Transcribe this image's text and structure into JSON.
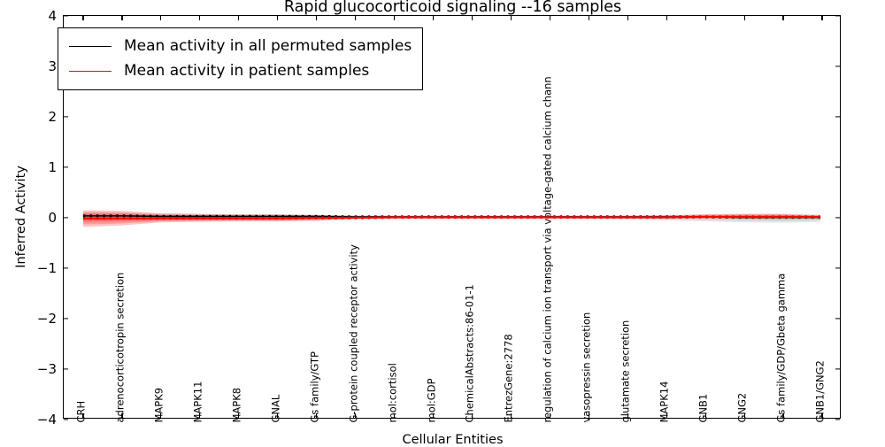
{
  "chart_data": {
    "type": "line",
    "title": "Rapid glucocorticoid signaling --16 samples",
    "xlabel": "Cellular Entities",
    "ylabel": "Inferred Activity",
    "ylim": [
      -4,
      4
    ],
    "yticks": [
      -4,
      -3,
      -2,
      -1,
      0,
      1,
      2,
      3,
      4
    ],
    "grid": false,
    "legend_position": "upper left",
    "categories": [
      "CRH",
      "adrenocorticotropin secretion",
      "MAPK9",
      "MAPK11",
      "MAPK8",
      "GNAL",
      "Gs family/GTP",
      "G-protein coupled receptor activity",
      "mol:cortisol",
      "mol:GDP",
      "ChemicalAbstracts:86-01-1",
      "EntrezGene:2778",
      "regulation of calcium ion transport via voltage-gated calcium chann",
      "vasopressin secretion",
      "glutamate secretion",
      "MAPK14",
      "GNB1",
      "GNG2",
      "Gs family/GDP/Gbeta gamma",
      "GNB1/GNG2"
    ],
    "series": [
      {
        "name": "Mean activity in all permuted samples",
        "color": "#000000",
        "values": [
          0.02,
          0.02,
          0.01,
          0.01,
          0.01,
          0.01,
          0.01,
          0.0,
          0.0,
          0.0,
          0.0,
          0.0,
          0.0,
          0.0,
          0.0,
          0.0,
          0.0,
          -0.01,
          -0.01,
          -0.01
        ],
        "band_color": "#9a9a9a",
        "band_upper": [
          0.1,
          0.09,
          0.07,
          0.06,
          0.05,
          0.05,
          0.04,
          0.03,
          0.03,
          0.03,
          0.03,
          0.03,
          0.03,
          0.03,
          0.03,
          0.04,
          0.05,
          0.06,
          0.06,
          0.05
        ],
        "band_lower": [
          -0.07,
          -0.06,
          -0.05,
          -0.05,
          -0.04,
          -0.04,
          -0.03,
          -0.03,
          -0.03,
          -0.03,
          -0.03,
          -0.03,
          -0.03,
          -0.04,
          -0.05,
          -0.07,
          -0.09,
          -0.11,
          -0.12,
          -0.1
        ]
      },
      {
        "name": "Mean activity in patient samples",
        "color": "#ff0000",
        "values": [
          -0.03,
          -0.03,
          -0.03,
          -0.03,
          -0.03,
          -0.03,
          -0.02,
          -0.02,
          -0.01,
          -0.01,
          -0.01,
          -0.01,
          -0.01,
          -0.01,
          -0.01,
          -0.01,
          0.0,
          0.0,
          0.0,
          0.0
        ],
        "band_color": "#ff3b3b",
        "band_upper": [
          0.13,
          0.12,
          0.07,
          0.06,
          0.05,
          0.05,
          0.04,
          0.02,
          0.02,
          0.02,
          0.02,
          0.02,
          0.02,
          0.02,
          0.02,
          0.03,
          0.05,
          0.06,
          0.06,
          0.03
        ],
        "band_lower": [
          -0.2,
          -0.17,
          -0.11,
          -0.1,
          -0.09,
          -0.09,
          -0.08,
          -0.04,
          -0.03,
          -0.03,
          -0.03,
          -0.03,
          -0.03,
          -0.03,
          -0.03,
          -0.03,
          -0.03,
          -0.03,
          -0.03,
          -0.02
        ]
      }
    ]
  },
  "legend": {
    "entries": [
      {
        "label": "Mean activity in all permuted samples",
        "color": "#000000"
      },
      {
        "label": "Mean activity in patient samples",
        "color": "#ff0000"
      }
    ]
  }
}
